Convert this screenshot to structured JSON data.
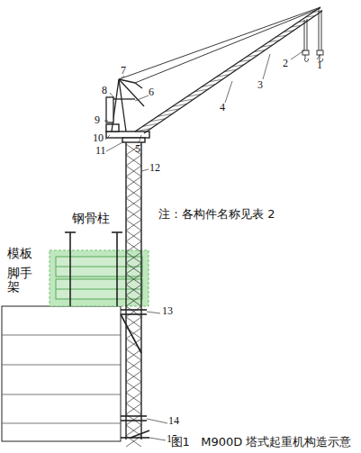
{
  "diagram": {
    "caption": "图1   M900D 塔式起重机构造示意",
    "labels": [
      "1",
      "2",
      "3",
      "4",
      "5",
      "6",
      "7",
      "8",
      "9",
      "10",
      "11",
      "12",
      "13",
      "14",
      "15",
      "钢骨柱",
      "模板",
      "脚手架",
      "注：各构件名称见表 2"
    ]
  }
}
